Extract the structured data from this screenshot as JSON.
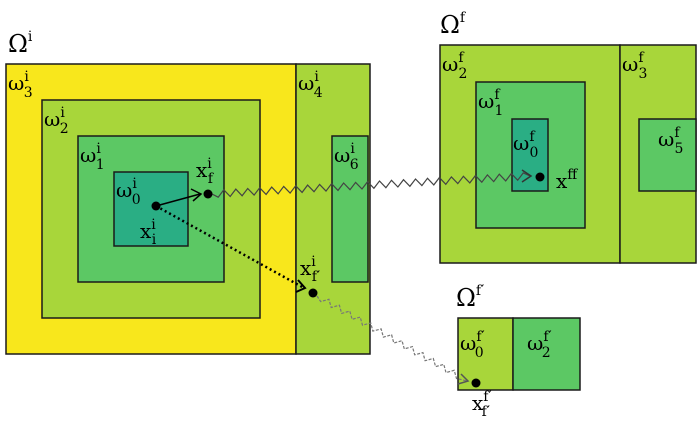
{
  "colors": {
    "yellow": "#f8e71c",
    "light_green": "#a8d63a",
    "mid_green": "#8fd14f",
    "green": "#5cc864",
    "teal": "#2aae84",
    "stroke": "#1a1a1a"
  },
  "labels": {
    "omega_initial": {
      "base": "Ω",
      "sup": "i"
    },
    "omega_final": {
      "base": "Ω",
      "sup": "f"
    },
    "omega_final_prime": {
      "base": "Ω",
      "sup": "f′"
    },
    "w3_i": {
      "base": "ω",
      "sub": "3",
      "sup": "i"
    },
    "w2_i": {
      "base": "ω",
      "sub": "2",
      "sup": "i"
    },
    "w1_i": {
      "base": "ω",
      "sub": "1",
      "sup": "i"
    },
    "w0_i": {
      "base": "ω",
      "sub": "0",
      "sup": "i"
    },
    "w4_i": {
      "base": "ω",
      "sub": "4",
      "sup": "i"
    },
    "w6_i": {
      "base": "ω",
      "sub": "6",
      "sup": "i"
    },
    "x_i_i": {
      "base": "x",
      "sub": "i",
      "sup": "i"
    },
    "x_f_i": {
      "base": "x",
      "sub": "f",
      "sup": "i"
    },
    "x_fprime_i": {
      "base": "x",
      "sub": "f′",
      "sup": "i"
    },
    "w2_f": {
      "base": "ω",
      "sub": "2",
      "sup": "f"
    },
    "w1_f": {
      "base": "ω",
      "sub": "1",
      "sup": "f"
    },
    "w0_f": {
      "base": "ω",
      "sub": "0",
      "sup": "f"
    },
    "w3_f": {
      "base": "ω",
      "sub": "3",
      "sup": "f"
    },
    "w5_f": {
      "base": "ω",
      "sub": "5",
      "sup": "f"
    },
    "x_f_f": {
      "base": "x",
      "sub": "f",
      "sup": "f"
    },
    "w0_fprime": {
      "base": "ω",
      "sub": "0",
      "sup": "f′"
    },
    "w2_fprime": {
      "base": "ω",
      "sub": "2",
      "sup": "f′"
    },
    "x_fprime_fprime": {
      "base": "x",
      "sub": "f′",
      "sup": "f′"
    }
  }
}
